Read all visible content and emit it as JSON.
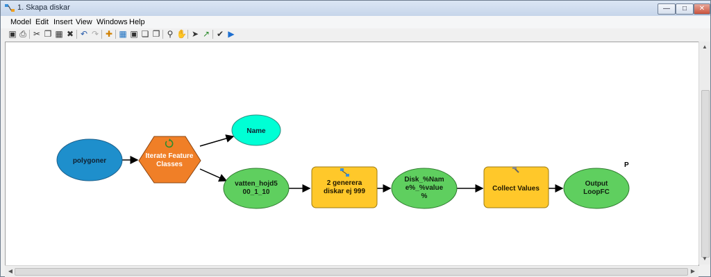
{
  "window": {
    "title": "1. Skapa diskar"
  },
  "menu": [
    "Model",
    "Edit",
    "Insert",
    "View",
    "Windows",
    "Help"
  ],
  "toolbar_icons": [
    "save-icon",
    "print-icon",
    "cut-icon",
    "copy-icon",
    "paste-icon",
    "delete-icon",
    "undo-icon",
    "redo-icon",
    "add-data-icon",
    "auto-layout-icon",
    "full-extent-icon",
    "fixed-zoom-in-icon",
    "fixed-zoom-out-icon",
    "zoom-in-icon",
    "pan-icon",
    "select-icon",
    "connect-icon",
    "validate-icon",
    "run-icon"
  ],
  "diagram": {
    "nodes": {
      "polygoner": {
        "line1": "polygoner",
        "line2": ""
      },
      "iterate": {
        "line1": "Iterate Feature",
        "line2": "Classes"
      },
      "name": {
        "line1": "Name",
        "line2": ""
      },
      "vatten": {
        "line1": "vatten_hojd5",
        "line2": "00_1_10"
      },
      "generera": {
        "line1": "2 generera",
        "line2": "diskar ej 999"
      },
      "disk": {
        "line1": "Disk_%Nam",
        "line2": "e%_%value",
        "line3": "%"
      },
      "collect": {
        "line1": "Collect Values",
        "line2": ""
      },
      "output": {
        "line1": "Output",
        "line2": "LoopFC"
      }
    },
    "parameter_marker": "P"
  },
  "colors": {
    "variable_blue": "#1e8fcc",
    "iterator_orange": "#f07f27",
    "output_cyan": "#00ffd5",
    "derived_green": "#5fcf5f",
    "tool_yellow": "#ffc82a"
  }
}
